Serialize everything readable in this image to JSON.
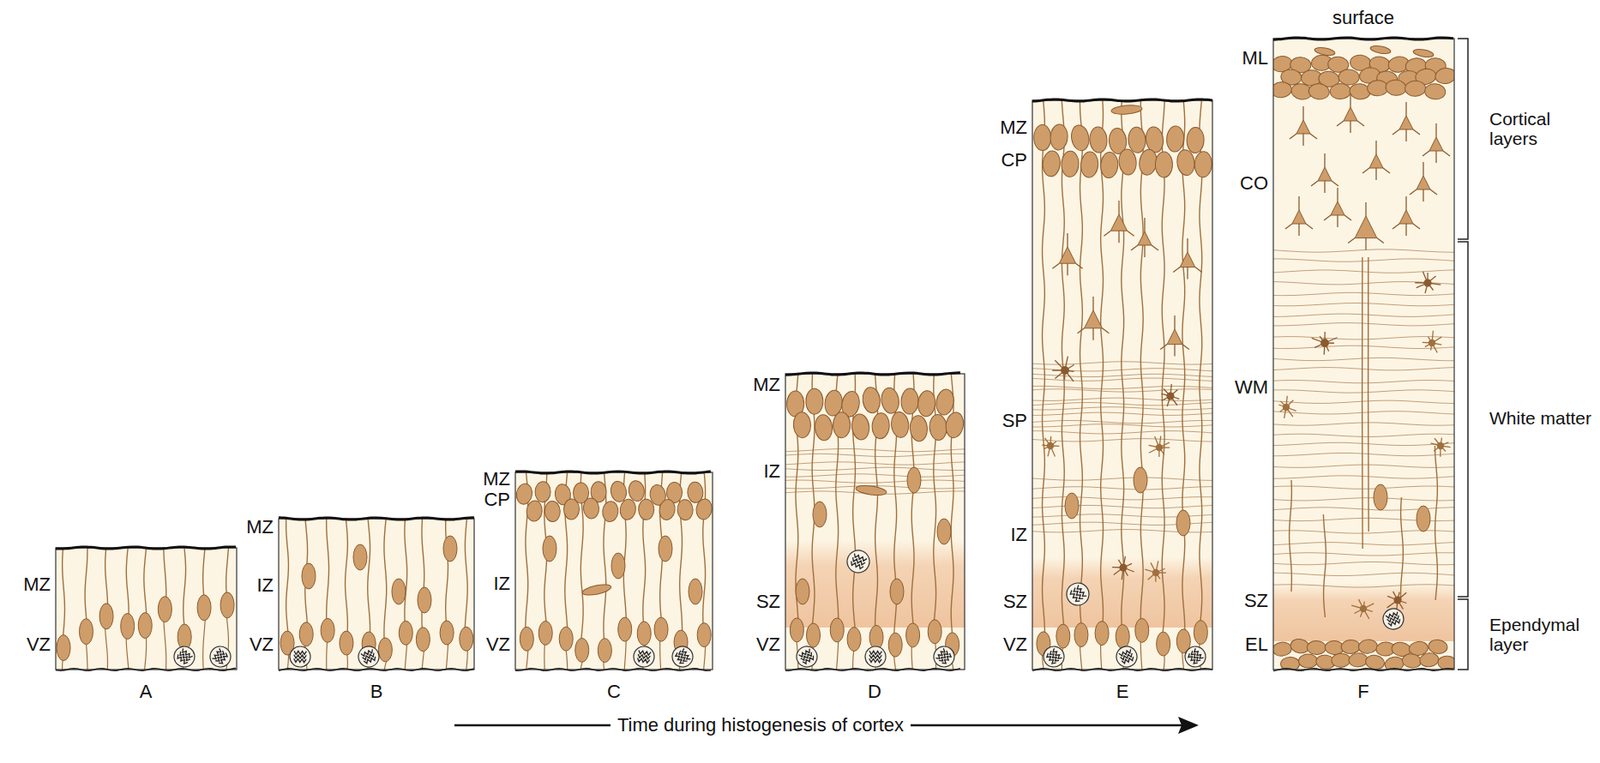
{
  "diagram": {
    "labels": [
      "MZ",
      "VZ",
      "A",
      "MZ",
      "IZ",
      "VZ",
      "B",
      "MZ",
      "CP",
      "IZ",
      "VZ",
      "C",
      "MZ",
      "IZ",
      "SZ",
      "VZ",
      "D",
      "MZ",
      "CP",
      "SP",
      "IZ",
      "SZ",
      "VZ",
      "E",
      "surface",
      "ML",
      "CO",
      "WM",
      "SZ",
      "EL",
      "F",
      "Cortical layers",
      "White matter",
      "Ependymal layer",
      "Time during histogenesis of cortex"
    ]
  }
}
